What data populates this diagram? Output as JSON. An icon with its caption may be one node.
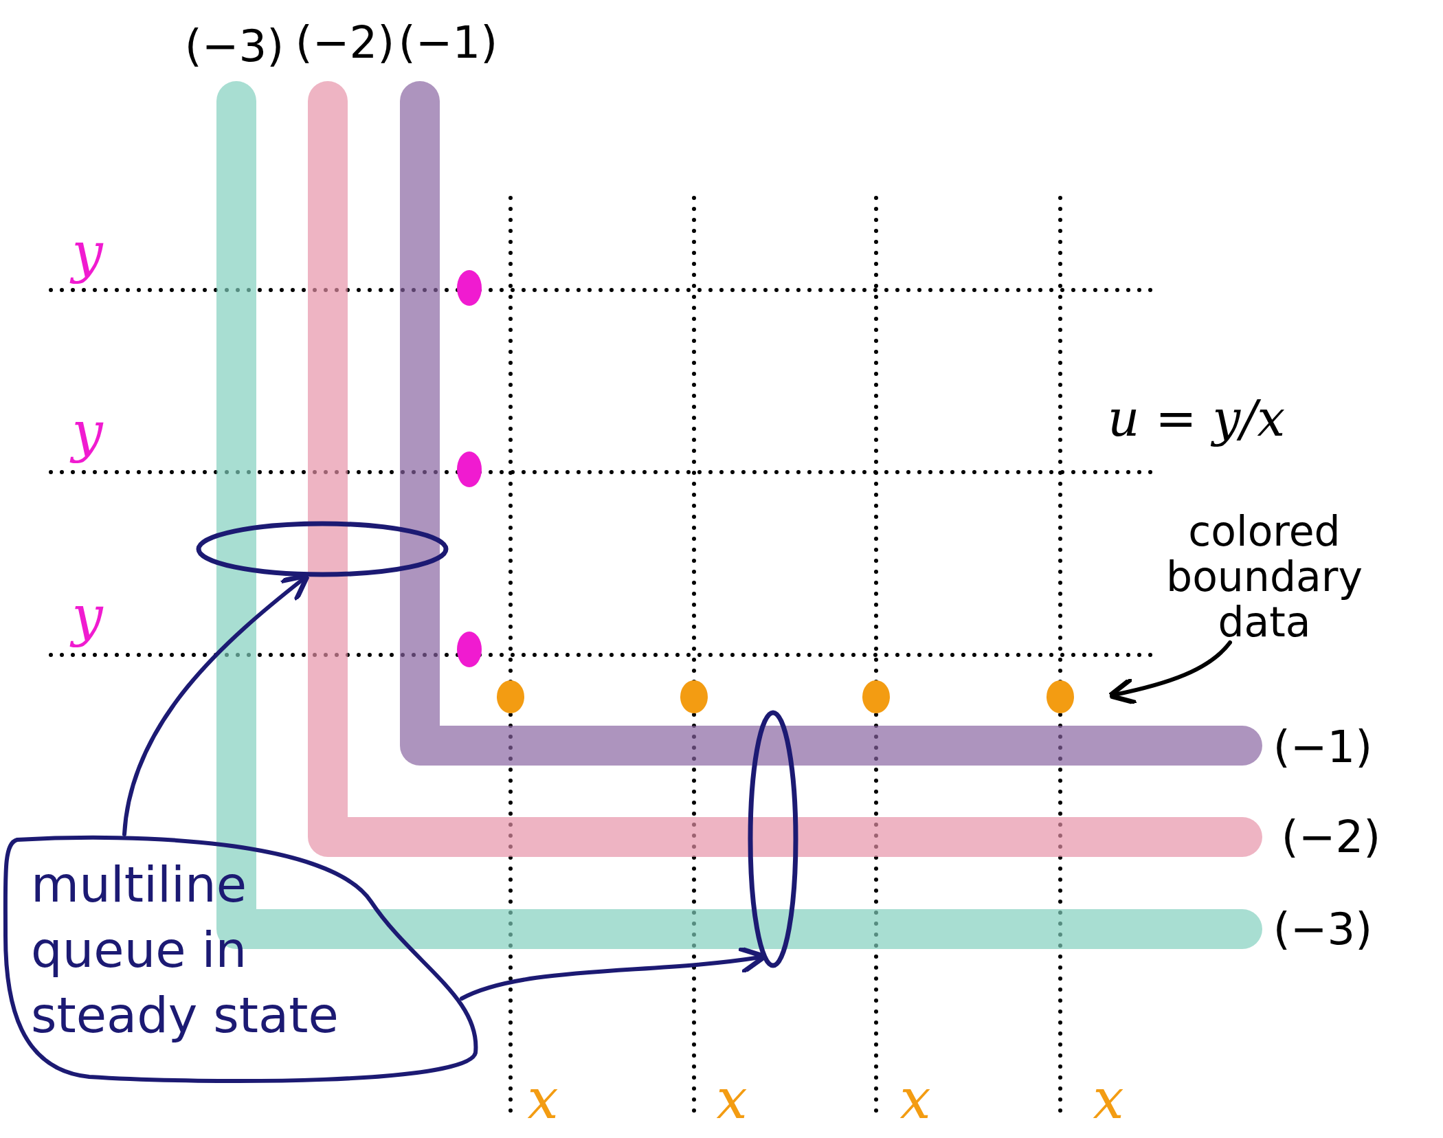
{
  "diagram": {
    "nodes": [
      {
        "text": [
          "multiline queue in steady state"
        ]
      },
      {
        "text": [],
        "shape": "ellipse"
      },
      {
        "text": [],
        "shape": "ellipse"
      },
      {
        "text": [
          "colored boundary data"
        ]
      }
    ],
    "edges": [
      {
        "from": 0,
        "to": 1,
        "arrow": "to"
      },
      {
        "from": 0,
        "to": 2,
        "arrow": "to"
      },
      {
        "from": 3,
        "to": null,
        "arrow": "to",
        "color": "#000000"
      }
    ],
    "labels": [
      "(−3)",
      "(−2)",
      "(−1)",
      "y",
      "y",
      "u = y/x",
      "y",
      "(−1)",
      "(−2)",
      "(−3)",
      "x",
      "x",
      "x",
      "x"
    ]
  }
}
